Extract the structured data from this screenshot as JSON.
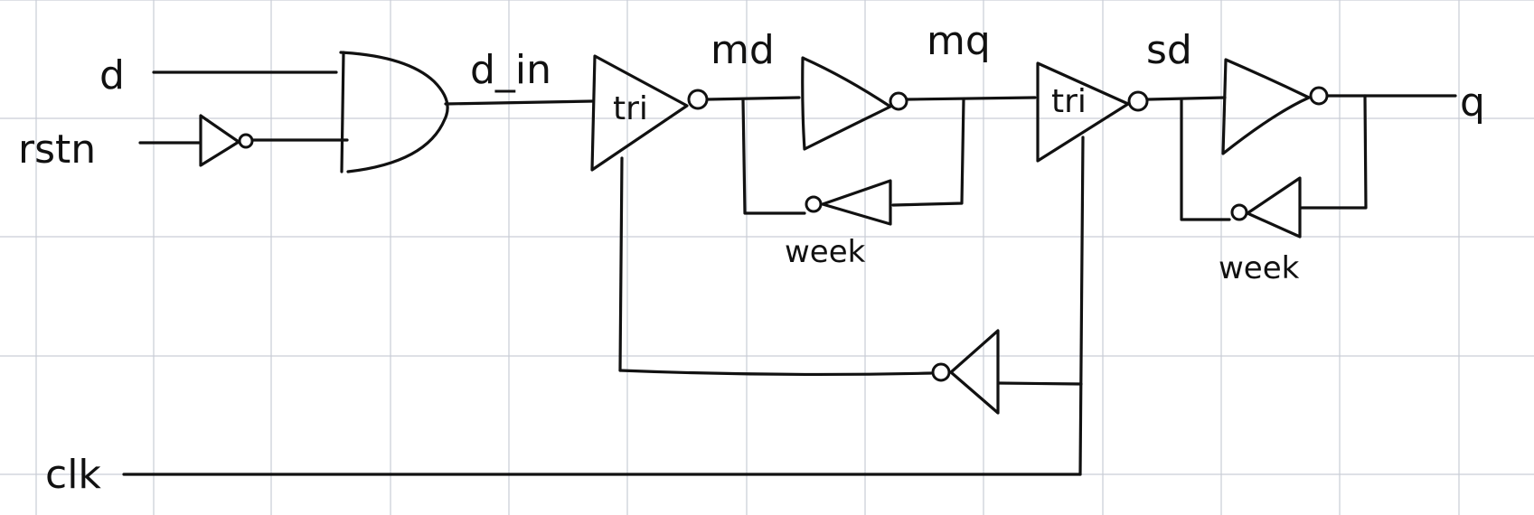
{
  "colors": {
    "ink": "#111111",
    "grid": "#c9cdd6",
    "paper": "#ffffff"
  },
  "signals": {
    "d": "d",
    "rstn": "rstn",
    "clk": "clk",
    "d_in": "d_in",
    "md": "md",
    "mq": "mq",
    "sd": "sd",
    "q": "q"
  },
  "gates": {
    "tri_master": "tri",
    "tri_slave": "tri",
    "weak_master": "week",
    "weak_slave": "week"
  }
}
